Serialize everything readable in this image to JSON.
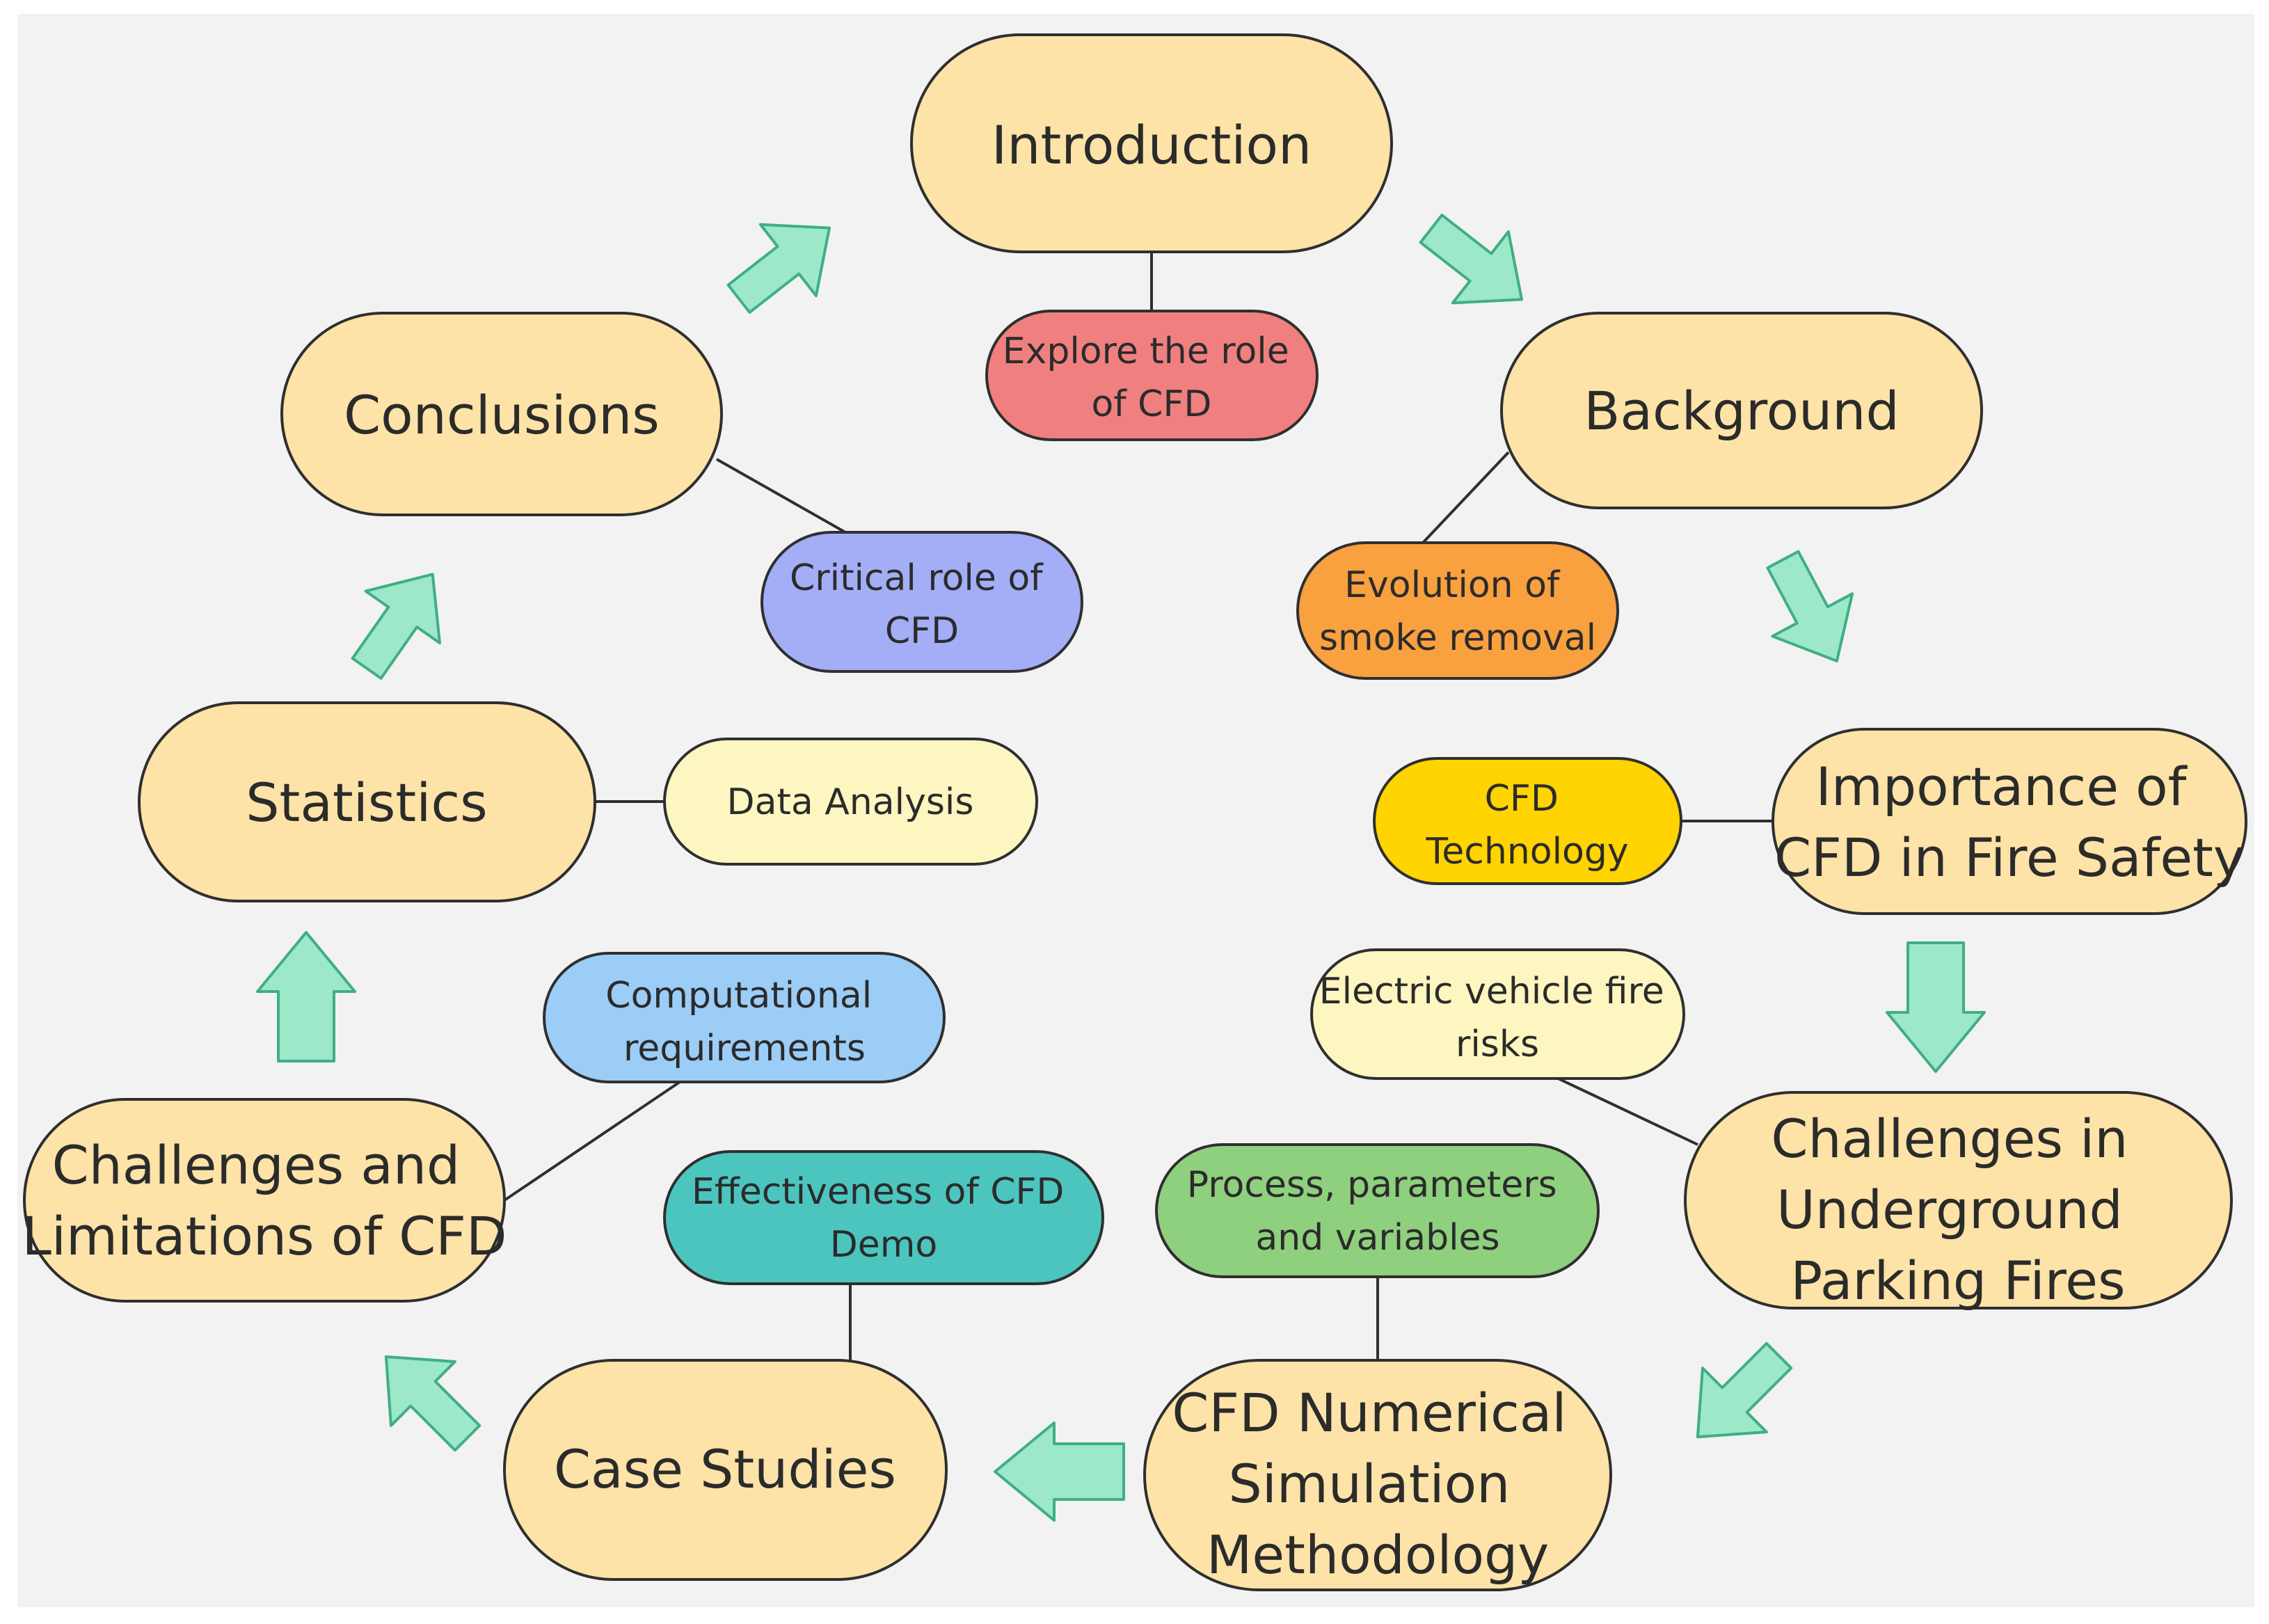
{
  "colors": {
    "canvas": "#f2f2f2",
    "main_node_fill": "#fde3a7",
    "node_stroke": "#2f2f2f",
    "arrow_fill": "#9ce8c9",
    "arrow_stroke": "#3fae86",
    "connector": "#2f2f2f"
  },
  "main_nodes": {
    "introduction": {
      "lines": [
        "Introduction"
      ]
    },
    "background": {
      "lines": [
        "Background"
      ]
    },
    "importance": {
      "lines": [
        "Importance of",
        "CFD in Fire Safety"
      ]
    },
    "challenges_parking": {
      "lines": [
        "Challenges in",
        "Underground",
        "Parking Fires"
      ]
    },
    "cfd_methodology": {
      "lines": [
        "CFD Numerical",
        "Simulation",
        "Methodology"
      ]
    },
    "case_studies": {
      "lines": [
        "Case Studies"
      ]
    },
    "challenges_limitations": {
      "lines": [
        "Challenges and",
        "Limitations of CFD"
      ]
    },
    "statistics": {
      "lines": [
        "Statistics"
      ]
    },
    "conclusions": {
      "lines": [
        "Conclusions"
      ]
    }
  },
  "sub_nodes": {
    "explore_role": {
      "lines": [
        "Explore the role",
        "of CFD"
      ],
      "color": "#f08080"
    },
    "evolution_smoke": {
      "lines": [
        "Evolution of",
        "smoke removal"
      ],
      "color": "#f9a03f"
    },
    "cfd_technology": {
      "lines": [
        "CFD",
        "Technology"
      ],
      "color": "#ffd400"
    },
    "ev_fire_risks": {
      "lines": [
        "Electric vehicle fire",
        "risks"
      ],
      "color": "#fdf6c0"
    },
    "process_parameters": {
      "lines": [
        "Process, parameters",
        "and variables"
      ],
      "color": "#8fd07e"
    },
    "effectiveness_demo": {
      "lines": [
        "Effectiveness of CFD",
        "Demo"
      ],
      "color": "#4cc5bf"
    },
    "computational_req": {
      "lines": [
        "Computational",
        "requirements"
      ],
      "color": "#9ccdf7"
    },
    "data_analysis": {
      "lines": [
        "Data Analysis"
      ],
      "color": "#fdf6c0"
    },
    "critical_role": {
      "lines": [
        "Critical role of",
        "CFD"
      ],
      "color": "#a3aef7"
    }
  }
}
